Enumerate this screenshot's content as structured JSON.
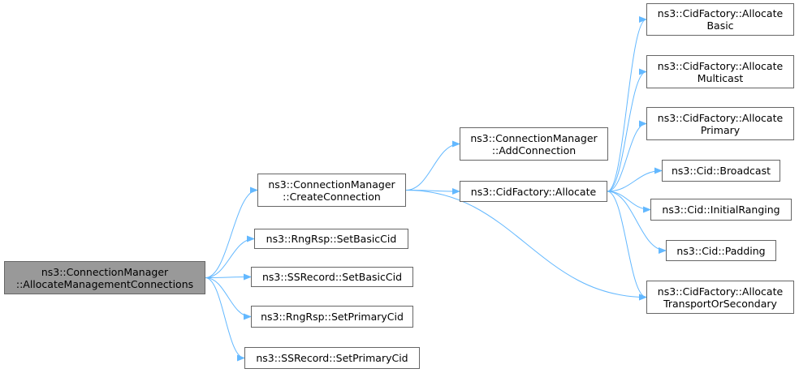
{
  "diagram": {
    "colors": {
      "edge": "#63b8ff",
      "node_border": "#666666",
      "root_fill": "#999999",
      "node_fill": "#ffffff"
    },
    "nodes": {
      "allocate_mgmt": [
        "ns3::ConnectionManager",
        "::AllocateManagementConnections"
      ],
      "create_connection": [
        "ns3::ConnectionManager",
        "::CreateConnection"
      ],
      "rngrsp_setbasic": [
        "ns3::RngRsp::SetBasicCid"
      ],
      "ssrecord_setbasic": [
        "ns3::SSRecord::SetBasicCid"
      ],
      "rngrsp_setprimary": [
        "ns3::RngRsp::SetPrimaryCid"
      ],
      "ssrecord_setprimary": [
        "ns3::SSRecord::SetPrimaryCid"
      ],
      "add_connection": [
        "ns3::ConnectionManager",
        "::AddConnection"
      ],
      "cidfactory_allocate": [
        "ns3::CidFactory::Allocate"
      ],
      "allocate_basic": [
        "ns3::CidFactory::Allocate",
        "Basic"
      ],
      "allocate_multicast": [
        "ns3::CidFactory::Allocate",
        "Multicast"
      ],
      "allocate_primary": [
        "ns3::CidFactory::Allocate",
        "Primary"
      ],
      "cid_broadcast": [
        "ns3::Cid::Broadcast"
      ],
      "cid_initialranging": [
        "ns3::Cid::InitialRanging"
      ],
      "cid_padding": [
        "ns3::Cid::Padding"
      ],
      "allocate_transport": [
        "ns3::CidFactory::Allocate",
        "TransportOrSecondary"
      ]
    },
    "edges": [
      [
        "allocate_mgmt",
        "create_connection"
      ],
      [
        "allocate_mgmt",
        "rngrsp_setbasic"
      ],
      [
        "allocate_mgmt",
        "ssrecord_setbasic"
      ],
      [
        "allocate_mgmt",
        "rngrsp_setprimary"
      ],
      [
        "allocate_mgmt",
        "ssrecord_setprimary"
      ],
      [
        "create_connection",
        "add_connection"
      ],
      [
        "create_connection",
        "cidfactory_allocate"
      ],
      [
        "create_connection",
        "allocate_transport"
      ],
      [
        "cidfactory_allocate",
        "allocate_basic"
      ],
      [
        "cidfactory_allocate",
        "allocate_multicast"
      ],
      [
        "cidfactory_allocate",
        "allocate_primary"
      ],
      [
        "cidfactory_allocate",
        "cid_broadcast"
      ],
      [
        "cidfactory_allocate",
        "cid_initialranging"
      ],
      [
        "cidfactory_allocate",
        "cid_padding"
      ],
      [
        "cidfactory_allocate",
        "allocate_transport"
      ]
    ]
  }
}
